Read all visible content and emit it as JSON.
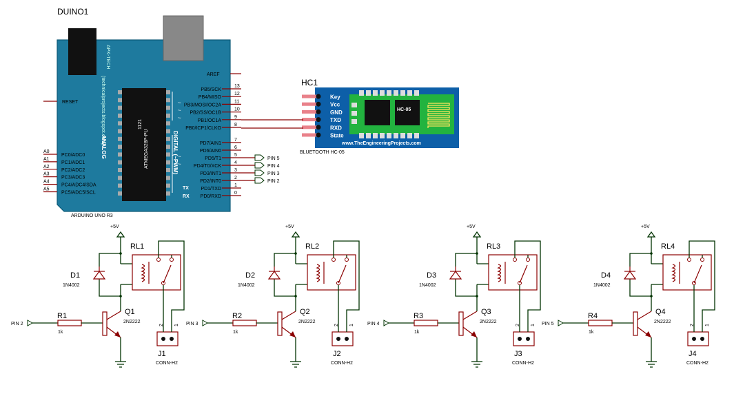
{
  "arduino": {
    "ref": "DUINO1",
    "name": "ARDUINO UNO R3",
    "brand": "APK-TECH",
    "url": "(technicalprojects.blogspot.com)",
    "analog_label": "ANALOG",
    "digital_label": "DIGITAL (~PWM)",
    "chip_top": "1121",
    "chip_name": "ATMEGA328P-PU",
    "tx": "TX",
    "rx": "RX",
    "reset": "RESET",
    "aref": "AREF",
    "tilde": "~",
    "analog_pins": [
      {
        "net": "A0",
        "name": "PC0/ADC0"
      },
      {
        "net": "A1",
        "name": "PC1/ADC1"
      },
      {
        "net": "A2",
        "name": "PC2/ADC2"
      },
      {
        "net": "A3",
        "name": "PC3/ADC3"
      },
      {
        "net": "A4",
        "name": "PC4/ADC4/SDA"
      },
      {
        "net": "A5",
        "name": "PC5/ADC5/SCL"
      }
    ],
    "digital_pins_top": [
      {
        "num": "13",
        "name": "PB5/SCK"
      },
      {
        "num": "12",
        "name": "PB4/MISO"
      },
      {
        "num": "11",
        "name": "PB3/MOSI/OC2A"
      },
      {
        "num": "10",
        "name": "PB2/SS/OC1B"
      },
      {
        "num": "9",
        "name": "PB1/OC1A"
      },
      {
        "num": "8",
        "name": "PB0/ICP1/CLKO"
      }
    ],
    "digital_pins_bottom": [
      {
        "num": "7",
        "name": "PD7/AIN1"
      },
      {
        "num": "6",
        "name": "PD6/AIN0"
      },
      {
        "num": "5",
        "name": "PD5/T1"
      },
      {
        "num": "4",
        "name": "PD4/T0/XCK"
      },
      {
        "num": "3",
        "name": "PD3/INT1"
      },
      {
        "num": "2",
        "name": "PD2/INT0"
      },
      {
        "num": "1",
        "name": "PD1/TXD"
      },
      {
        "num": "0",
        "name": "PD0/RXD"
      }
    ],
    "outputs": [
      "PIN 5",
      "PIN 4",
      "PIN 3",
      "PIN 2"
    ]
  },
  "bluetooth": {
    "ref": "HC1",
    "name": "BLUETOOTH HC-05",
    "module": "HC-05",
    "site": "www.TheEngineeringProjects.com",
    "pins": [
      "Key",
      "Vcc",
      "GND",
      "TXD",
      "RXD",
      "State"
    ]
  },
  "relay_stages": [
    {
      "input": "PIN 2",
      "resistor": "R1",
      "r_value": "1k",
      "transistor": "Q1",
      "t_type": "2N2222",
      "diode": "D1",
      "d_type": "1N4002",
      "relay": "RL1",
      "supply": "+5V",
      "conn": "J1",
      "conn_type": "CONN-H2",
      "p2": "2",
      "p1": "1"
    },
    {
      "input": "PIN 3",
      "resistor": "R2",
      "r_value": "1k",
      "transistor": "Q2",
      "t_type": "2N2222",
      "diode": "D2",
      "d_type": "1N4002",
      "relay": "RL2",
      "supply": "+5V",
      "conn": "J2",
      "conn_type": "CONN-H2",
      "p2": "2",
      "p1": "1"
    },
    {
      "input": "PIN 4",
      "resistor": "R3",
      "r_value": "1k",
      "transistor": "Q3",
      "t_type": "2N2222",
      "diode": "D3",
      "d_type": "1N4002",
      "relay": "RL3",
      "supply": "+5V",
      "conn": "J3",
      "conn_type": "CONN-H2",
      "p2": "2",
      "p1": "1"
    },
    {
      "input": "PIN 5",
      "resistor": "R4",
      "r_value": "1k",
      "transistor": "Q4",
      "t_type": "2N2222",
      "diode": "D4",
      "d_type": "1N4002",
      "relay": "RL4",
      "supply": "+5V",
      "conn": "J4",
      "conn_type": "CONN-H2",
      "p2": "2",
      "p1": "1"
    }
  ],
  "colors": {
    "board": "#1e7a9e",
    "board_dark": "#0d5b78",
    "wire": "#8b0000",
    "ground_wire": "#003300",
    "bt_frame": "#0d5fa8",
    "bt_green": "#22b33f",
    "bt_pin": "#e9818a"
  }
}
